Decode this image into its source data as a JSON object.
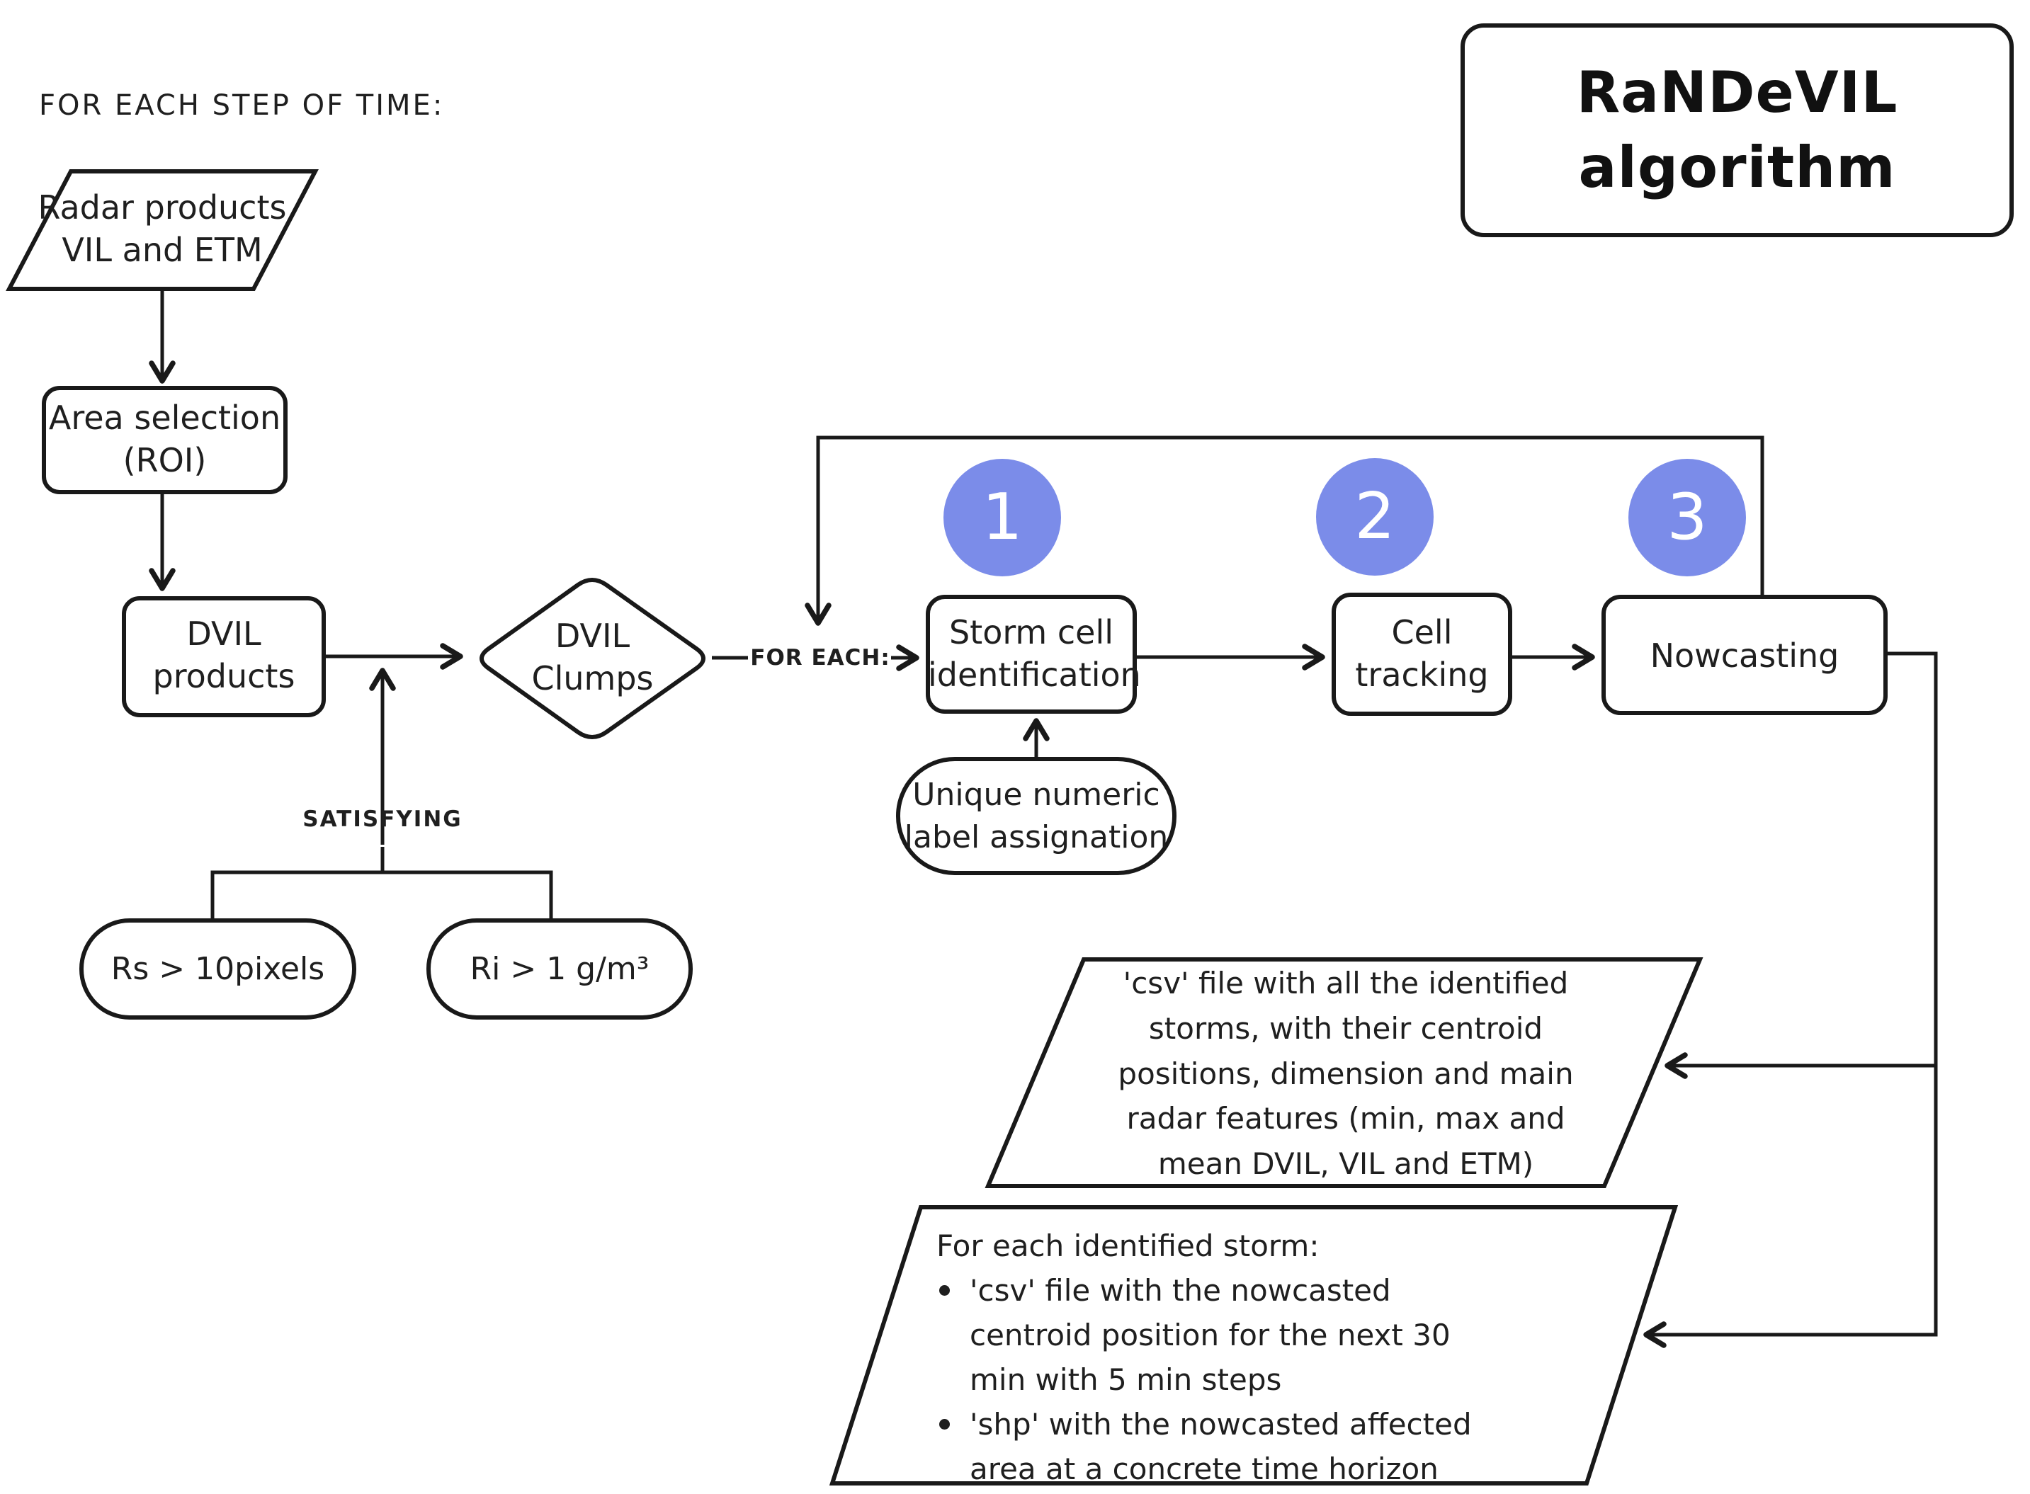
{
  "header": {
    "loop_label": "FOR EACH STEP OF TIME:"
  },
  "title_box": {
    "text": "RaNDeVIL\nalgorithm"
  },
  "nodes": {
    "radar_input": "Radar products\nVIL and ETM",
    "area_selection": "Area selection\n(ROI)",
    "dvil_products": "DVIL\nproducts",
    "dvil_clumps": "DVIL\nClumps",
    "for_each_label": "FOR EACH:",
    "storm_cell_identification": "Storm cell\nidentification",
    "cell_tracking": "Cell\ntracking",
    "nowcasting": "Nowcasting",
    "unique_label_assignation": "Unique numeric\nlabel assignation",
    "satisfying_label": "SATISFYING",
    "condition_size": "Rs > 10pixels",
    "condition_intensity": "Ri > 1 g/m³"
  },
  "steps": [
    {
      "number": "1"
    },
    {
      "number": "2"
    },
    {
      "number": "3"
    }
  ],
  "outputs": {
    "storms_csv": "'csv' file with all the identified\nstorms, with their centroid\npositions, dimension and main\nradar features (min, max and\nmean DVIL, VIL and ETM)",
    "nowcast": {
      "title": "For each identified storm:",
      "bullets": [
        "'csv' file with the nowcasted\ncentroid position for the next 30\nmin with 5 min steps",
        "'shp' with the nowcasted affected\narea at a concrete time horizon"
      ]
    }
  },
  "colors": {
    "step_circle": "#7b8ce9",
    "step_number": "#ffffff",
    "line": "#191919",
    "text": "#1f1f1f",
    "bg": "#ffffff"
  }
}
